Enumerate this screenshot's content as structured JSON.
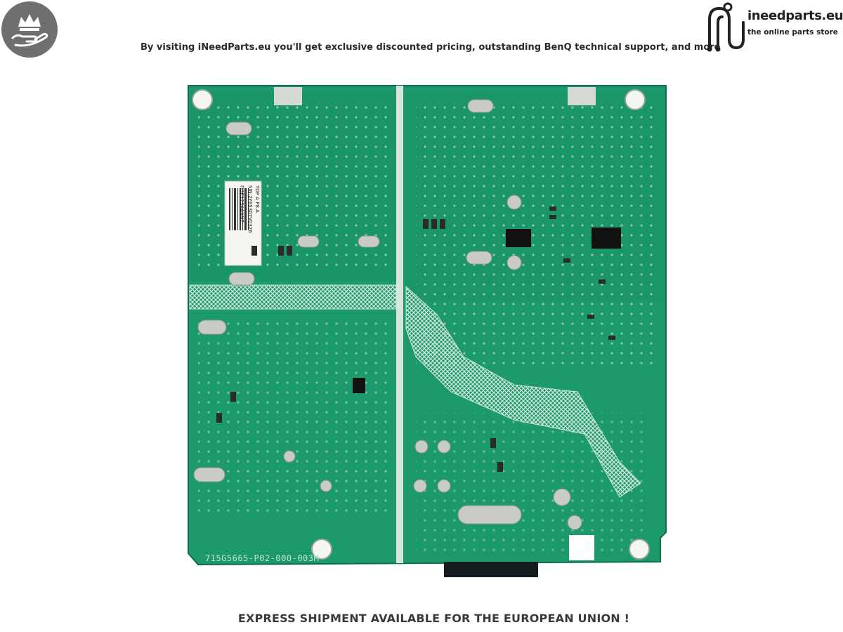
{
  "header": {
    "tagline": "By visiting iNeedParts.eu you'll get exclusive discounted pricing, outstanding BenQ technical support, and more"
  },
  "logo": {
    "name": "ineedparts.eu",
    "tagline": "the online parts store",
    "icon": "ineedparts-circuit-logo"
  },
  "badge": {
    "icon": "crown-in-hand-icon",
    "color": "#6f6f6f"
  },
  "product": {
    "board_code": "715G5665-P02-000-003M",
    "label_line1": "FI3E123AAAN7",
    "label_line2": "SIN:2Y65307V0326",
    "label_line3": "TOP A P8.A",
    "pcb_color": "#1f9a6a"
  },
  "footer": {
    "shipping_note": "EXPRESS SHIPMENT AVAILABLE FOR THE EUROPEAN UNION !"
  }
}
